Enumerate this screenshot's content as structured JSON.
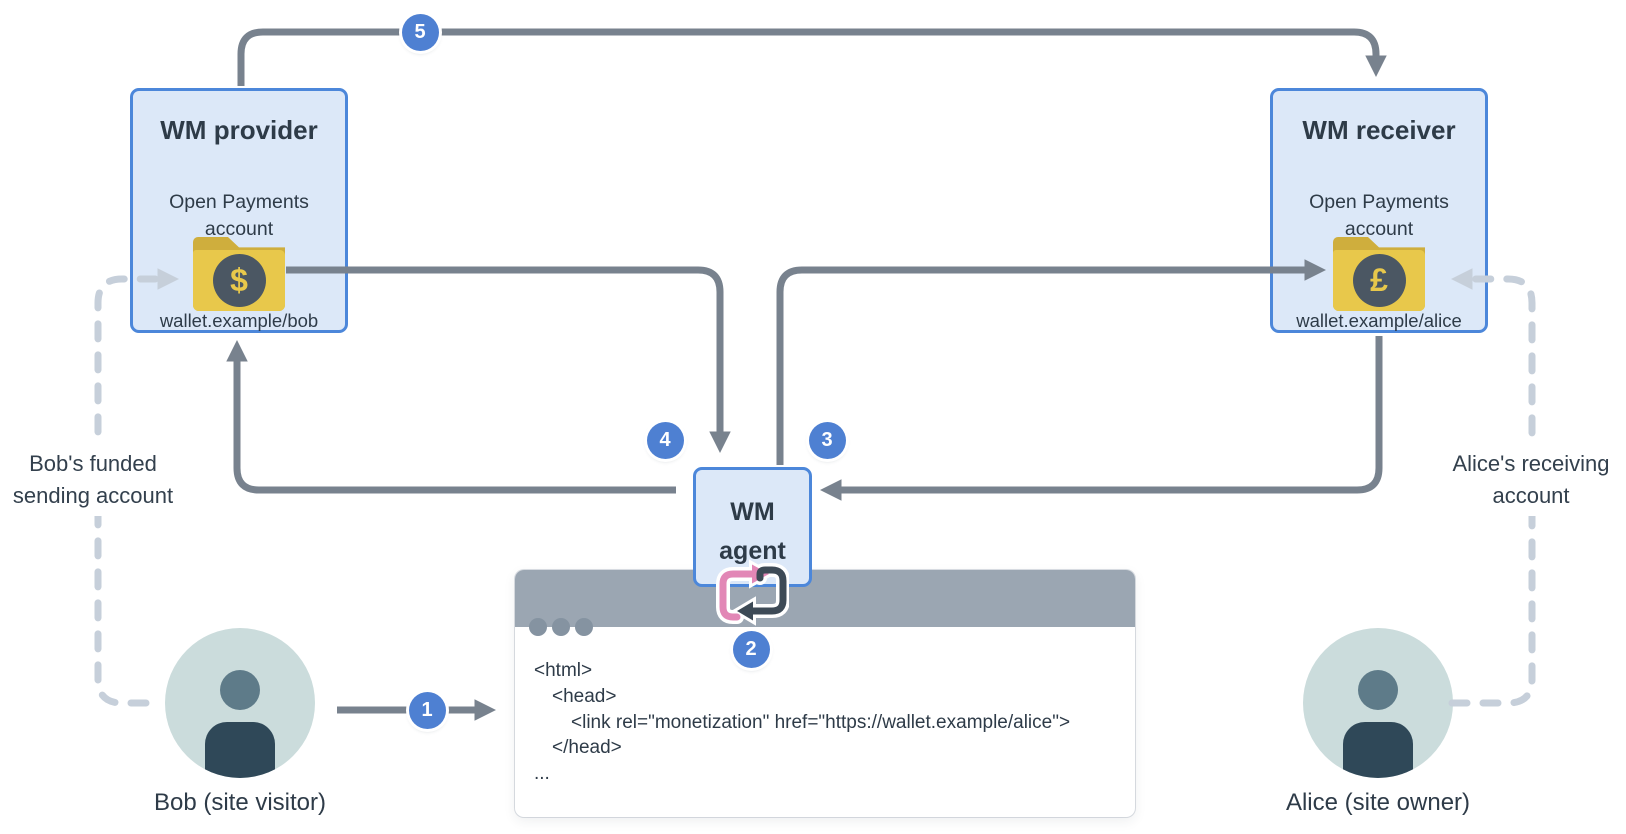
{
  "steps": [
    "1",
    "2",
    "3",
    "4",
    "5"
  ],
  "provider": {
    "title": "WM provider",
    "account_line1": "Open Payments",
    "account_line2": "account",
    "wallet_address": "wallet.example/bob",
    "currency_symbol": "$"
  },
  "receiver": {
    "title": "WM receiver",
    "account_line1": "Open Payments",
    "account_line2": "account",
    "wallet_address": "wallet.example/alice",
    "currency_symbol": "£"
  },
  "agent": {
    "title_line1": "WM",
    "title_line2": "agent"
  },
  "bob": {
    "caption": "Bob (site visitor)",
    "account_label_line1": "Bob's funded",
    "account_label_line2": "sending account"
  },
  "alice": {
    "caption": "Alice (site owner)",
    "account_label_line1": "Alice's receiving",
    "account_label_line2": "account"
  },
  "browser": {
    "code_lines": [
      "<html>",
      "<head>",
      "<link rel=\"monetization\" href=\"https://wallet.example/alice\">",
      "</head>",
      "..."
    ]
  },
  "colors": {
    "box_fill": "#dce8f8",
    "box_border": "#4c87da",
    "badge_blue": "#4e80d2",
    "arrow_gray": "#78828e",
    "dashed_gray": "#c6cfda",
    "folder_yellow": "#e8c84b",
    "folder_tab": "#cfae3d",
    "loop_pink": "#e287b6",
    "loop_dark": "#3d4a56",
    "titlebar_gray": "#9ba6b2",
    "avatar_bg": "#cbdcdc",
    "text_dark": "#2e3b48"
  }
}
